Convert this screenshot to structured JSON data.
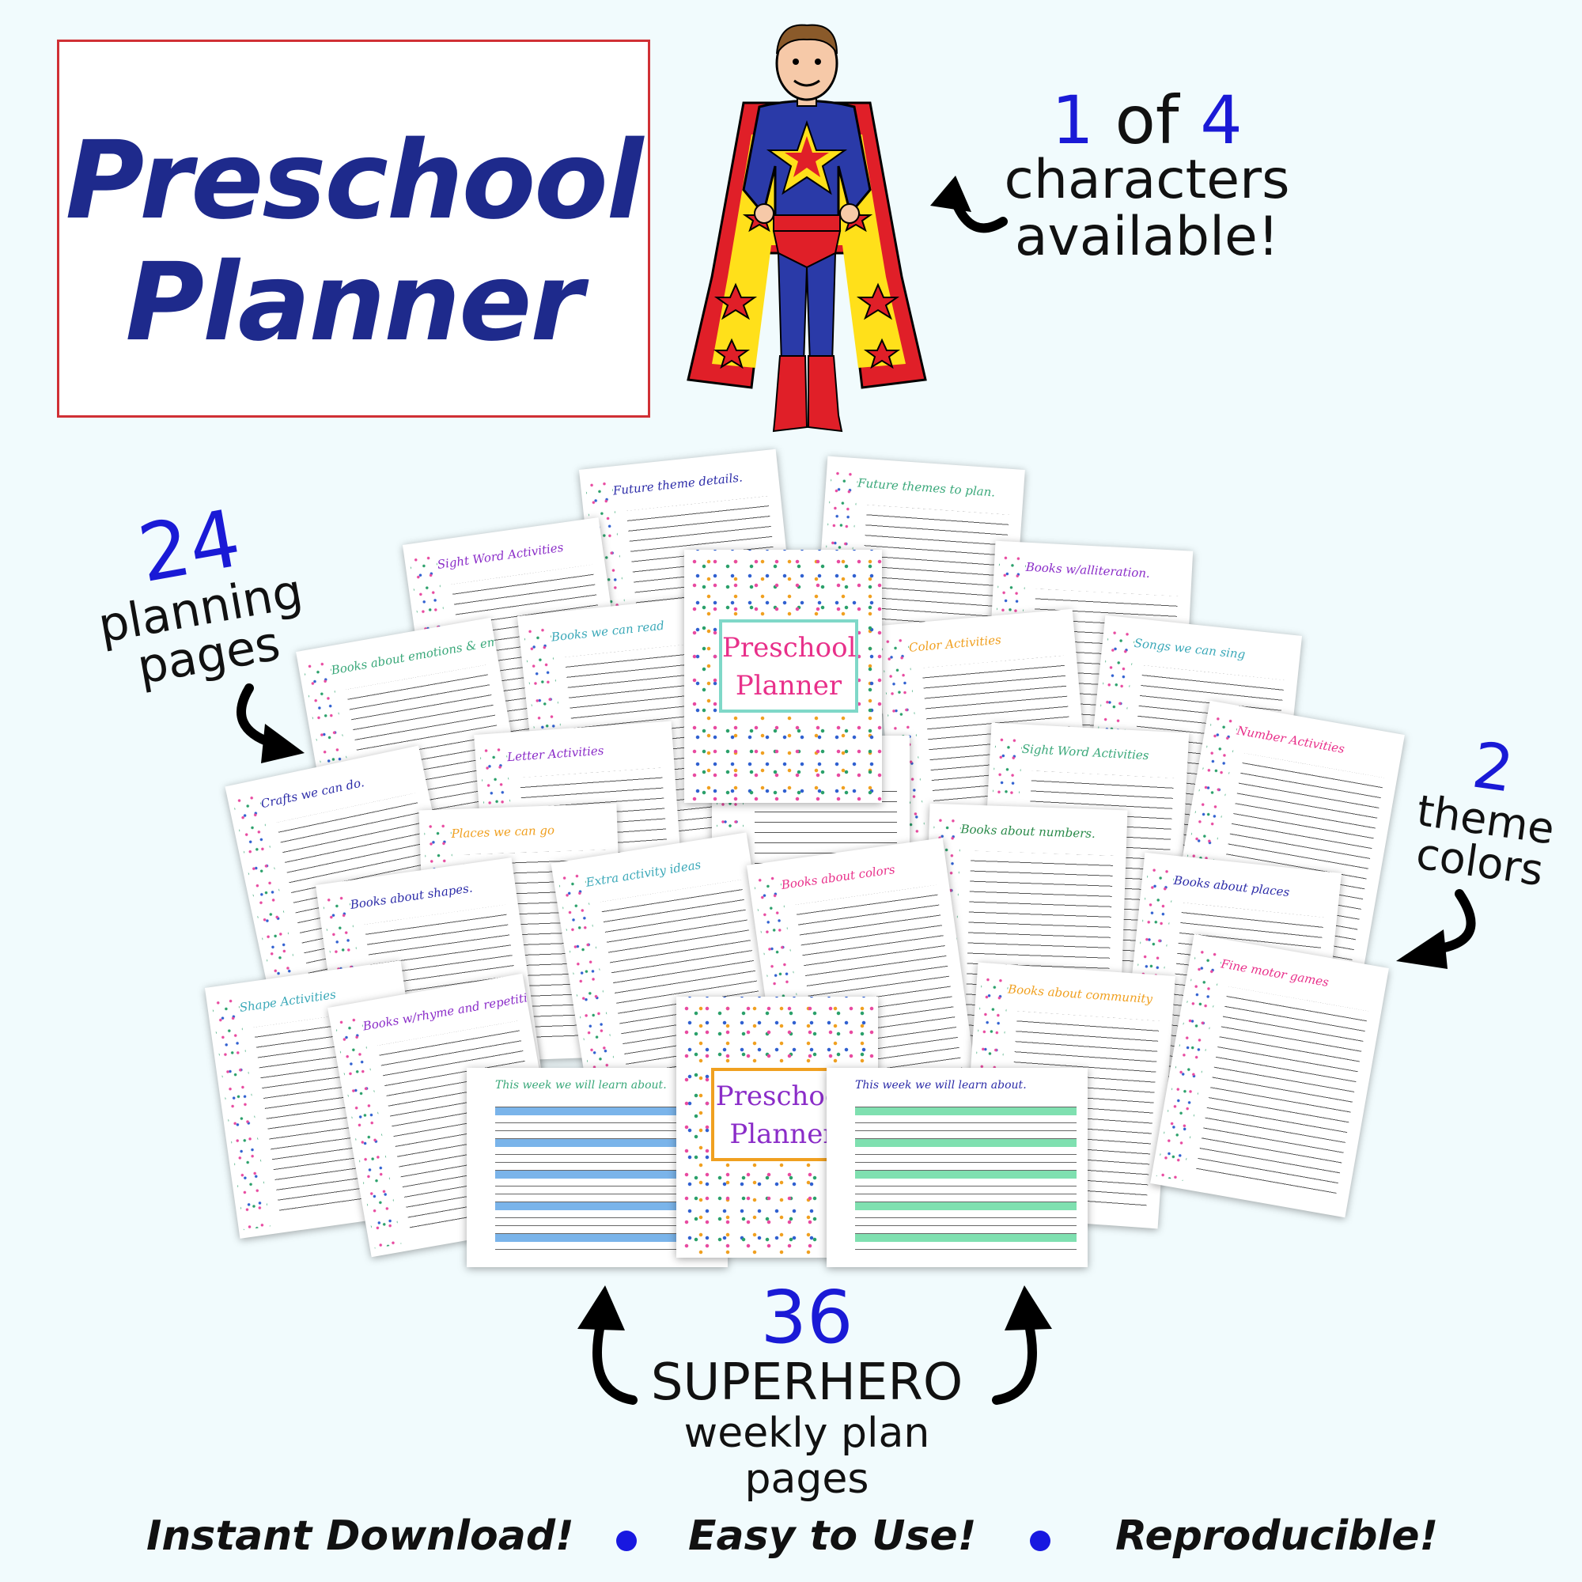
{
  "title": {
    "line1": "Preschool",
    "line2": "Planner"
  },
  "callouts": {
    "characters": {
      "n1": "1",
      "of": "of",
      "n2": "4",
      "line2": "characters",
      "line3": "available!"
    },
    "planning": {
      "number": "24",
      "line2": "planning",
      "line3": "pages"
    },
    "theme": {
      "number": "2",
      "line2": "theme",
      "line3": "colors"
    },
    "weekly": {
      "number": "36",
      "line2": "SUPERHERO",
      "line3": "weekly plan",
      "line4": "pages"
    }
  },
  "sheets": [
    {
      "title": "Future theme details.",
      "color": "#2c2ca8"
    },
    {
      "title": "Future themes to plan.",
      "color": "#3aa87a"
    },
    {
      "title": "Sight Word Activities",
      "color": "#8a2cc8"
    },
    {
      "title": "Books w/alliteration.",
      "color": "#8a2cc8"
    },
    {
      "title": "Books about emotions & emotions.",
      "color": "#3aa87a"
    },
    {
      "title": "Books we can read",
      "color": "#3aa8b8"
    },
    {
      "title": "Color Activities",
      "color": "#f0a020"
    },
    {
      "title": "Songs we can sing",
      "color": "#3aa8b8"
    },
    {
      "title": "Letter Activities",
      "color": "#8a2cc8"
    },
    {
      "title": "Crafts we can do.",
      "color": "#2c2ca8"
    },
    {
      "title": "Sight Word Activities",
      "color": "#3aa87a"
    },
    {
      "title": "Number Activities",
      "color": "#e8308a"
    },
    {
      "title": "Crafts we can do.",
      "color": "#2c2ca8"
    },
    {
      "title": "Places we can go",
      "color": "#f0a020"
    },
    {
      "title": "Books about numbers.",
      "color": "#2a8a4a"
    },
    {
      "title": "Extra activity ideas",
      "color": "#3aa8b8"
    },
    {
      "title": "Books about colors",
      "color": "#e8308a"
    },
    {
      "title": "Books about places",
      "color": "#2c2ca8"
    },
    {
      "title": "Books about shapes.",
      "color": "#2c2ca8"
    },
    {
      "title": "Shape Activities",
      "color": "#3aa8b8"
    },
    {
      "title": "Books w/rhyme and repetition",
      "color": "#8a2cc8"
    },
    {
      "title": "Books about community",
      "color": "#f0a020"
    },
    {
      "title": "Fine motor games",
      "color": "#e8308a"
    }
  ],
  "covers": [
    {
      "line1": "Preschool",
      "line2": "Planner",
      "text_color": "#e8308a",
      "frame_color": "#7fd8c8"
    },
    {
      "line1": "Preschool",
      "line2": "Planner",
      "text_color": "#8a2cc8",
      "frame_color": "#f0a020"
    }
  ],
  "weekly_pages": [
    {
      "title": "This week we will learn about.",
      "band_color": "#7ab4ea"
    },
    {
      "title": "This week we will learn about.",
      "band_color": "#7fe0b0"
    }
  ],
  "taglines": {
    "t1": "Instant Download!",
    "t2": "Easy to Use!",
    "t3": "Reproducible!"
  },
  "colors": {
    "title_blue": "#1e2a8c",
    "accent_blue": "#1a1ad6",
    "title_border": "#d03035"
  },
  "icons": [
    "superhero-character",
    "curved-arrow-icon"
  ]
}
